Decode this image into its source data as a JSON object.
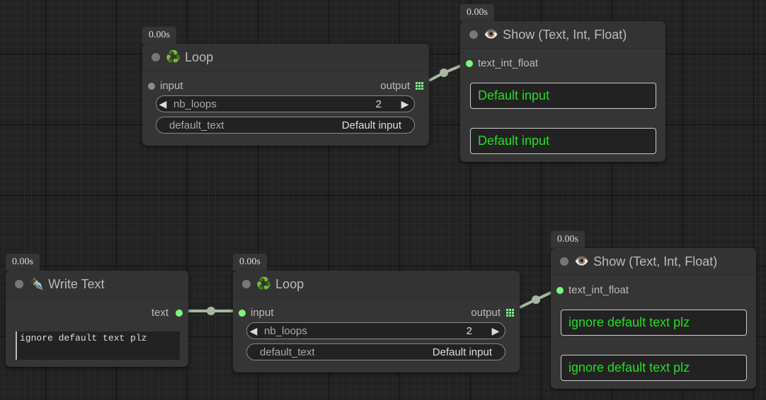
{
  "badges": {
    "loop1": "0.00s",
    "show1": "0.00s",
    "write": "0.00s",
    "loop2": "0.00s",
    "show2": "0.00s"
  },
  "loop1": {
    "icon": "♻️",
    "title": "Loop",
    "input_label": "input",
    "output_label": "output",
    "nb_loops_label": "nb_loops",
    "nb_loops_value": "2",
    "default_text_label": "default_text",
    "default_text_value": "Default input"
  },
  "show1": {
    "icon": "👁️",
    "title": "Show (Text, Int, Float)",
    "input_label": "text_int_float",
    "outputs": [
      "Default input",
      "Default input"
    ]
  },
  "write": {
    "icon": "✒️",
    "title": "Write Text",
    "output_label": "text",
    "text_value": "ignore default text plz"
  },
  "loop2": {
    "icon": "♻️",
    "title": "Loop",
    "input_label": "input",
    "output_label": "output",
    "nb_loops_label": "nb_loops",
    "nb_loops_value": "2",
    "default_text_label": "default_text",
    "default_text_value": "Default input"
  },
  "show2": {
    "icon": "👁️",
    "title": "Show (Text, Int, Float)",
    "input_label": "text_int_float",
    "outputs": [
      "ignore default text plz",
      "ignore default text plz"
    ]
  },
  "arrows": {
    "left": "◀",
    "right": "▶"
  },
  "colors": {
    "link": "#a8b8a0",
    "slot_active": "#7ef57e",
    "output_text": "#22dd22"
  }
}
